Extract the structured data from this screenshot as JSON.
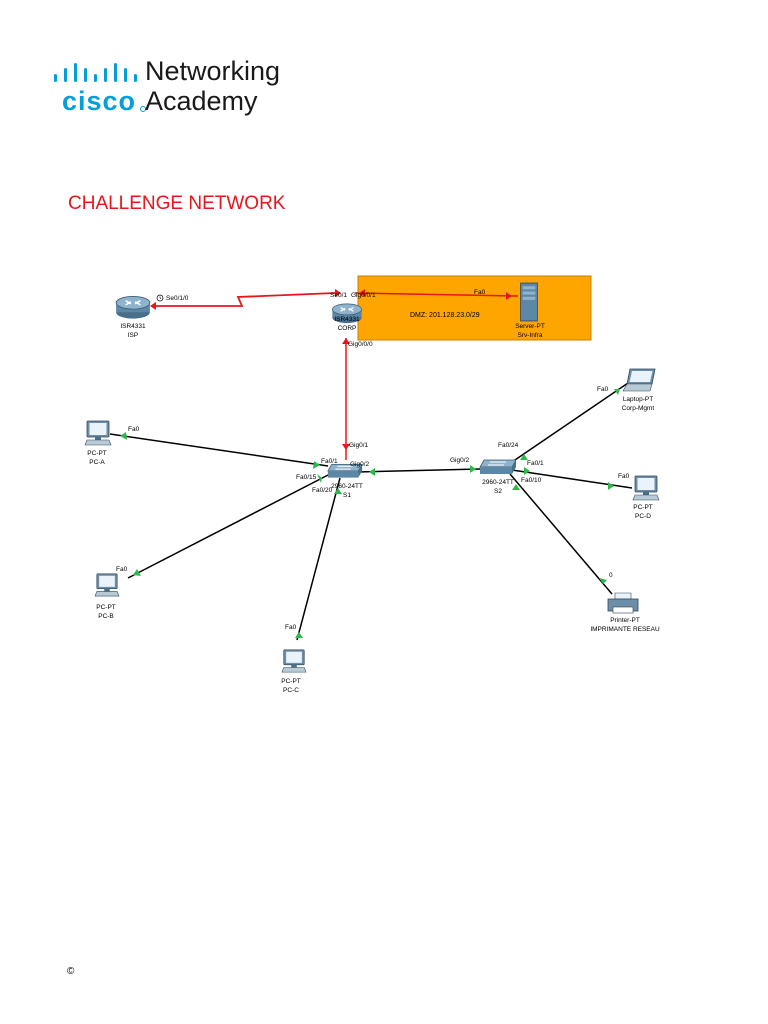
{
  "brand": {
    "wordmark": "cisco",
    "line1": "Networking",
    "line2": "Academy",
    "accent_color": "#049fd9"
  },
  "title": "CHALLENGE NETWORK",
  "footer": "©",
  "diagram": {
    "dmz_zone": {
      "label": "DMZ: 201.128.23.0/29",
      "fill": "#ffa500"
    },
    "devices": {
      "isp": {
        "model": "ISR4331",
        "name": "ISP",
        "icon": "router-icon"
      },
      "corp": {
        "model": "ISR4331",
        "name": "CORP",
        "icon": "router-icon"
      },
      "server": {
        "model": "Server-PT",
        "name": "Srv-Infra",
        "icon": "server-icon"
      },
      "s1": {
        "model": "2960-24TT",
        "name": "S1",
        "icon": "switch-icon"
      },
      "s2": {
        "model": "2960-24TT",
        "name": "S2",
        "icon": "switch-icon"
      },
      "pc_a": {
        "model": "PC-PT",
        "name": "PC-A",
        "icon": "pc-icon"
      },
      "pc_b": {
        "model": "PC-PT",
        "name": "PC-B",
        "icon": "pc-icon"
      },
      "pc_c": {
        "model": "PC-PT",
        "name": "PC-C",
        "icon": "pc-icon"
      },
      "pc_d": {
        "model": "PC-PT",
        "name": "PC-D",
        "icon": "pc-icon"
      },
      "laptop": {
        "model": "Laptop-PT",
        "name": "Corp-Mgmt",
        "icon": "laptop-icon"
      },
      "printer": {
        "model": "Printer-PT",
        "name": "IMPRIMANTE RESEAU",
        "icon": "printer-icon"
      }
    },
    "ports": {
      "isp_se": "Se0/1/0",
      "corp_se": "Se0/1",
      "corp_g001": "Gig0/0/1",
      "server_fa0": "Fa0",
      "corp_g000": "Gig0/0/0",
      "s1_g01": "Gig0/1",
      "s1_g02": "Gig0/2",
      "s1_fa01": "Fa0/1",
      "s1_fa015": "Fa0/15",
      "s1_fa020": "Fa0/20",
      "pca_fa0": "Fa0",
      "pcb_fa0": "Fa0",
      "pcc_fa0": "Fa0",
      "s2_g02": "Gig0/2",
      "s2_fa024": "Fa0/24",
      "s2_fa01": "Fa0/1",
      "s2_fa010": "Fa0/10",
      "laptop_fa0": "Fa0",
      "pcd_fa0": "Fa0",
      "printer_port": "0"
    },
    "link_colors": {
      "serial": "#e8151b",
      "ethernet": "#000000",
      "status_up": "#2db84a",
      "status_down": "#e8151b"
    }
  }
}
